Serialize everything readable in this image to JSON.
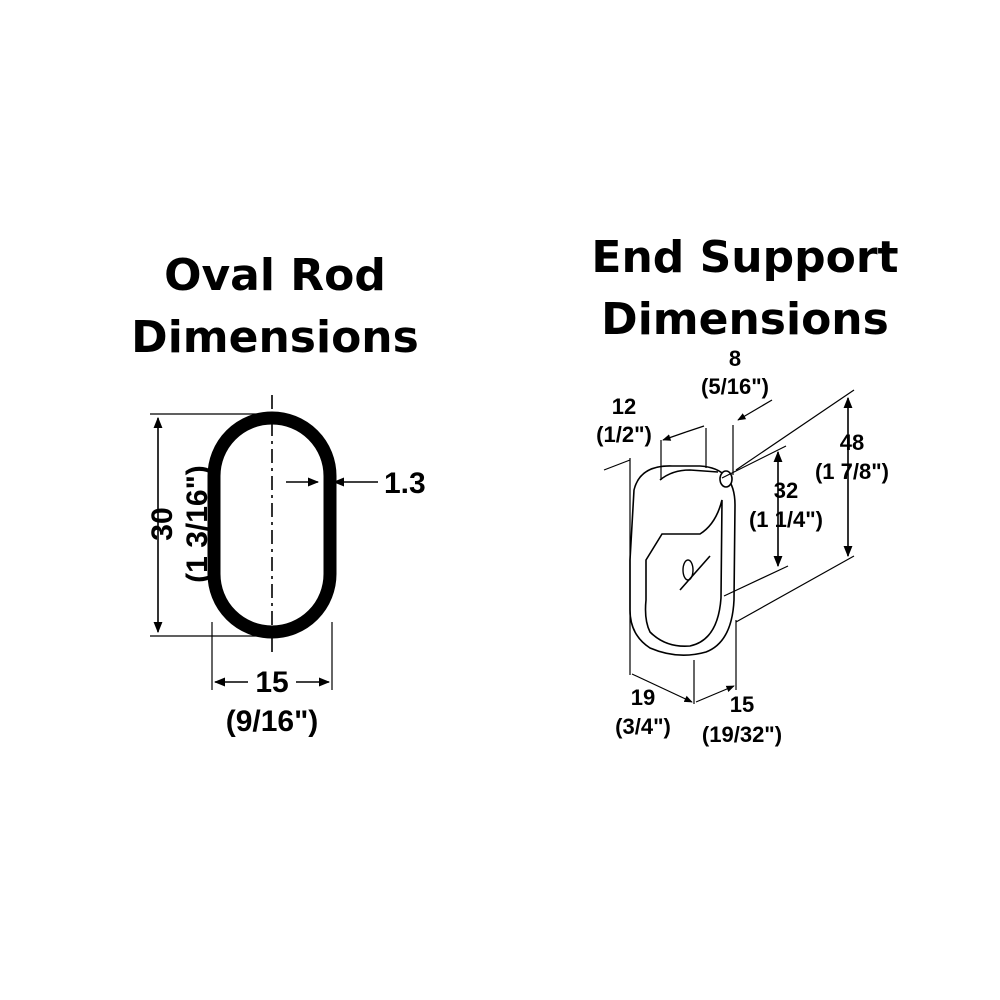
{
  "oval_rod": {
    "title_line1": "Oval Rod",
    "title_line2": "Dimensions",
    "height_mm": "30",
    "height_in": "(1 3/16\")",
    "width_mm": "15",
    "width_in": "(9/16\")",
    "thickness_mm": "1.3"
  },
  "end_support": {
    "title_line1": "End Support",
    "title_line2": "Dimensions",
    "dim_8_mm": "8",
    "dim_8_in": "(5/16\")",
    "dim_12_mm": "12",
    "dim_12_in": "(1/2\")",
    "dim_48_mm": "48",
    "dim_48_in": "(1 7/8\")",
    "dim_32_mm": "32",
    "dim_32_in": "(1 1/4\")",
    "dim_19_mm": "19",
    "dim_19_in": "(3/4\")",
    "dim_15_mm": "15",
    "dim_15_in": "(19/32\")"
  },
  "colors": {
    "ink": "#000000",
    "background": "#ffffff"
  }
}
